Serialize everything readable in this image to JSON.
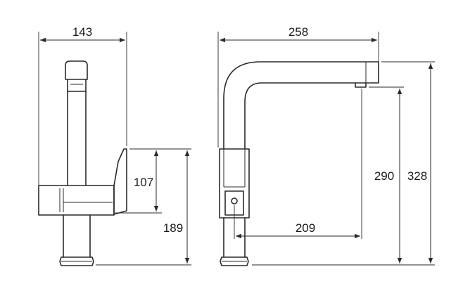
{
  "dimensions": {
    "side_width": "143",
    "side_lever_height": "107",
    "side_body_height": "189",
    "front_reach": "258",
    "front_spout_height": "290",
    "front_total_height": "328",
    "front_base_to_outlet": "209"
  }
}
